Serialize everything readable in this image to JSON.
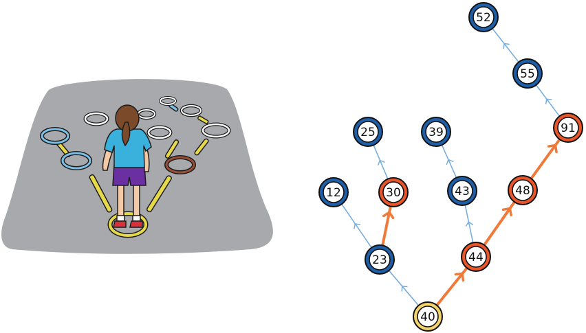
{
  "colors": {
    "ground": "#a8a9ad",
    "blue_node": "#1f5fa8",
    "red_node": "#e8562b",
    "root_node": "#f3d36b",
    "blue_edge": "#78aede",
    "red_edge": "#f07a3a",
    "hoop_yellow": "#e6d94a",
    "hoop_blue": "#7fc0e6",
    "hoop_brown": "#9a4f38",
    "shirt": "#3ab0dc",
    "shorts": "#6a2fa0",
    "hair": "#7a4a2a"
  },
  "tree": {
    "root": "40",
    "nodes": [
      {
        "id": "n40",
        "label": "40",
        "kind": "root"
      },
      {
        "id": "n23",
        "label": "23",
        "kind": "blue"
      },
      {
        "id": "n44",
        "label": "44",
        "kind": "red"
      },
      {
        "id": "n12",
        "label": "12",
        "kind": "blue"
      },
      {
        "id": "n30",
        "label": "30",
        "kind": "red"
      },
      {
        "id": "n25",
        "label": "25",
        "kind": "blue"
      },
      {
        "id": "n43",
        "label": "43",
        "kind": "blue"
      },
      {
        "id": "n39",
        "label": "39",
        "kind": "blue"
      },
      {
        "id": "n48",
        "label": "48",
        "kind": "red"
      },
      {
        "id": "n91",
        "label": "91",
        "kind": "red"
      },
      {
        "id": "n55",
        "label": "55",
        "kind": "blue"
      },
      {
        "id": "n52",
        "label": "52",
        "kind": "blue"
      }
    ],
    "edges": [
      {
        "from": "n40",
        "to": "n23",
        "kind": "blue"
      },
      {
        "from": "n40",
        "to": "n44",
        "kind": "red"
      },
      {
        "from": "n23",
        "to": "n12",
        "kind": "blue"
      },
      {
        "from": "n23",
        "to": "n30",
        "kind": "red"
      },
      {
        "from": "n30",
        "to": "n25",
        "kind": "blue"
      },
      {
        "from": "n44",
        "to": "n43",
        "kind": "blue"
      },
      {
        "from": "n43",
        "to": "n39",
        "kind": "blue"
      },
      {
        "from": "n44",
        "to": "n48",
        "kind": "red"
      },
      {
        "from": "n48",
        "to": "n91",
        "kind": "red"
      },
      {
        "from": "n91",
        "to": "n55",
        "kind": "blue"
      },
      {
        "from": "n55",
        "to": "n52",
        "kind": "blue"
      }
    ]
  }
}
